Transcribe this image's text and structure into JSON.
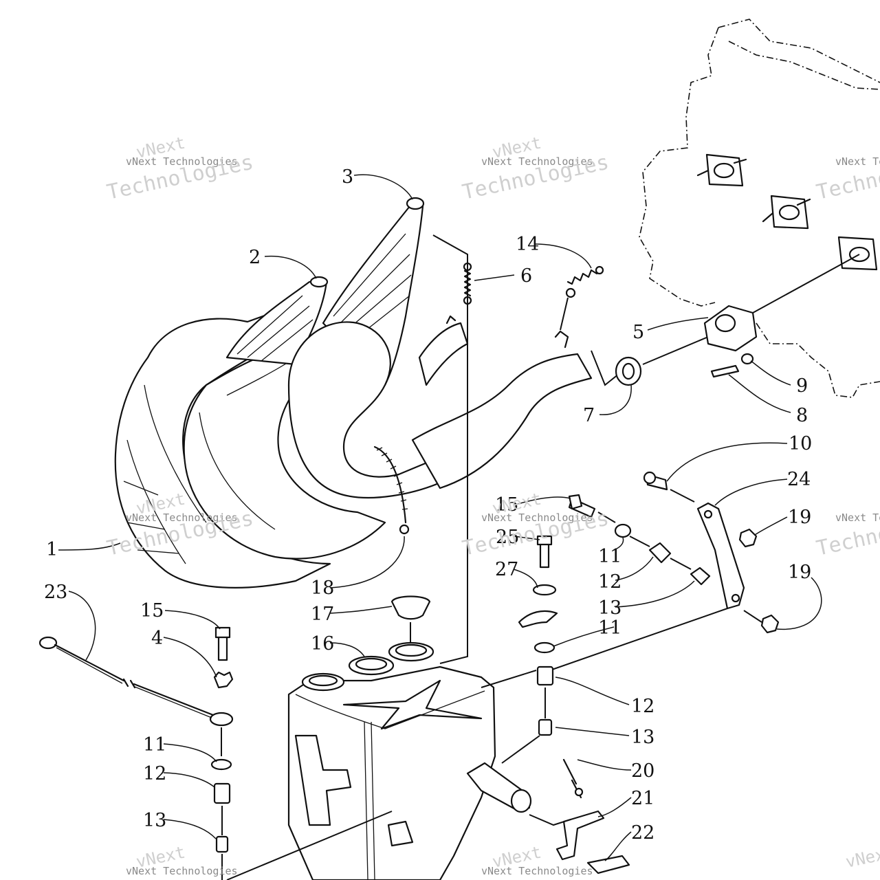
{
  "watermark": {
    "brand": "vNext",
    "line1": "vNext Technologies",
    "line2": "Technologies"
  },
  "callouts": {
    "c1": "1",
    "c2": "2",
    "c3": "3",
    "c4": "4",
    "c5": "5",
    "c6": "6",
    "c7": "7",
    "c8": "8",
    "c9": "9",
    "c10": "10",
    "c11a": "11",
    "c11b": "11",
    "c11c": "11",
    "c12a": "12",
    "c12b": "12",
    "c12c": "12",
    "c13a": "13",
    "c13b": "13",
    "c13c": "13",
    "c14": "14",
    "c15a": "15",
    "c15b": "15",
    "c16": "16",
    "c17": "17",
    "c18": "18",
    "c19a": "19",
    "c19b": "19",
    "c20": "20",
    "c21": "21",
    "c22": "22",
    "c23": "23",
    "c24": "24",
    "c25": "25",
    "c27": "27"
  }
}
